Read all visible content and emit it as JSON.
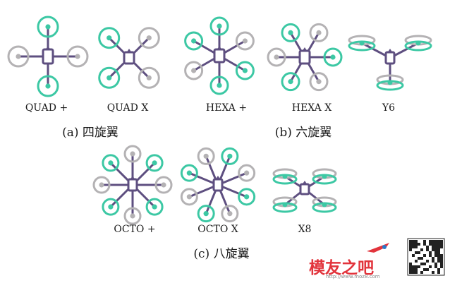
{
  "colors": {
    "green": "#3cc8a4",
    "gray": "#b4b2b4",
    "body": "#5e4f80",
    "watermark_red": "#e2343c",
    "watermark_blue": "#2a78c8"
  },
  "configs": [
    {
      "id": "quad-plus",
      "label": "QUAD +",
      "rotors": 4
    },
    {
      "id": "quad-x",
      "label": "QUAD X",
      "rotors": 4
    },
    {
      "id": "hexa-plus",
      "label": "HEXA +",
      "rotors": 6
    },
    {
      "id": "hexa-x",
      "label": "HEXA X",
      "rotors": 6
    },
    {
      "id": "y6",
      "label": "Y6",
      "rotors": 6
    },
    {
      "id": "octo-plus",
      "label": "OCTO +",
      "rotors": 8
    },
    {
      "id": "octo-x",
      "label": "OCTO X",
      "rotors": 8
    },
    {
      "id": "x8",
      "label": "X8",
      "rotors": 8
    }
  ],
  "groups": {
    "a": "(a) 四旋翼",
    "b": "(b) 六旋翼",
    "c": "(c) 八旋翼"
  },
  "watermark": {
    "brand": "模友之吧",
    "url": "http://www.moz8.com"
  }
}
